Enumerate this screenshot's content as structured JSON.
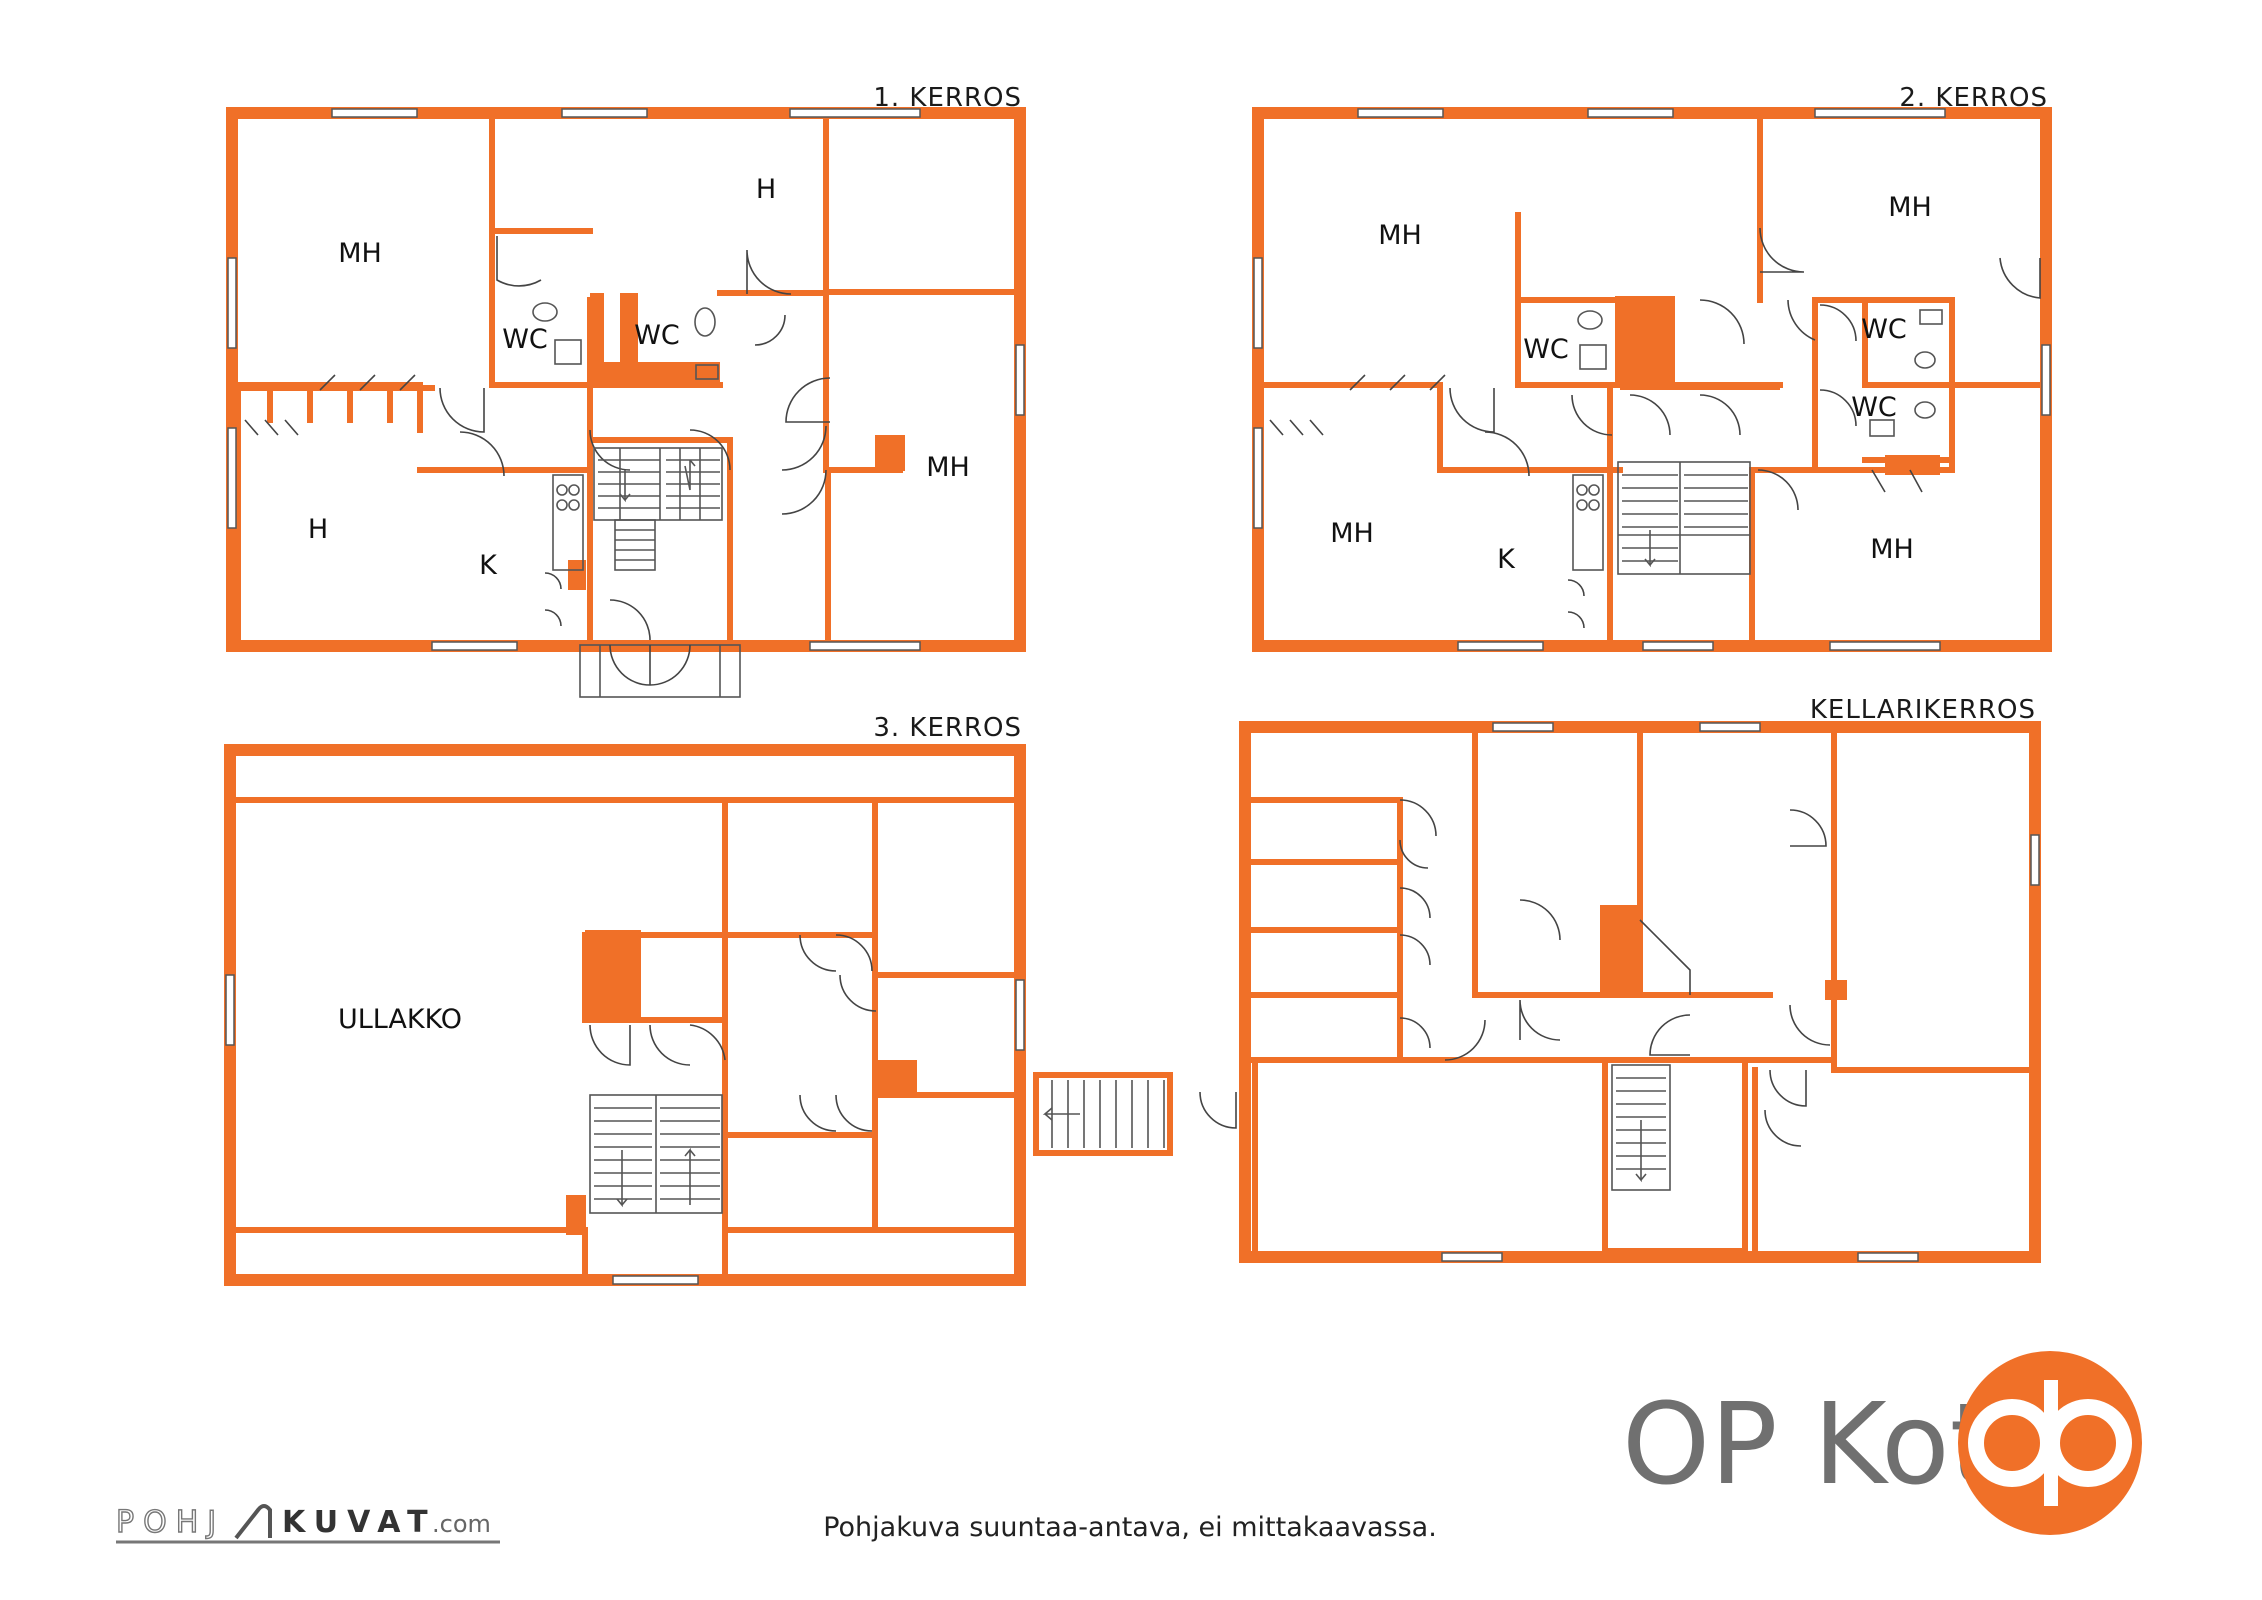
{
  "colors": {
    "wall": "#f07028",
    "brand_text": "#707070",
    "logo": "#f07028"
  },
  "plans": [
    {
      "id": "floor1",
      "title": "1. KERROS",
      "rooms": [
        {
          "label": "MH"
        },
        {
          "label": "H"
        },
        {
          "label": "WC"
        },
        {
          "label": "WC"
        },
        {
          "label": "MH"
        },
        {
          "label": "H"
        },
        {
          "label": "K"
        }
      ]
    },
    {
      "id": "floor2",
      "title": "2. KERROS",
      "rooms": [
        {
          "label": "MH"
        },
        {
          "label": "MH"
        },
        {
          "label": "WC"
        },
        {
          "label": "WC"
        },
        {
          "label": "WC"
        },
        {
          "label": "MH"
        },
        {
          "label": "K"
        },
        {
          "label": "MH"
        }
      ]
    },
    {
      "id": "floor3",
      "title": "3. KERROS",
      "rooms": [
        {
          "label": "ULLAKKO"
        }
      ]
    },
    {
      "id": "basement",
      "title": "KELLARIKERROS",
      "rooms": []
    }
  ],
  "footer": {
    "disclaimer": "Pohjakuva suuntaa-antava, ei mittakaavassa.",
    "brand_name": "OP Koti",
    "logo_icon": "op-logo-icon",
    "credit_left": "POHJ",
    "credit_right": "KUVAT",
    "credit_domain": ".com"
  }
}
